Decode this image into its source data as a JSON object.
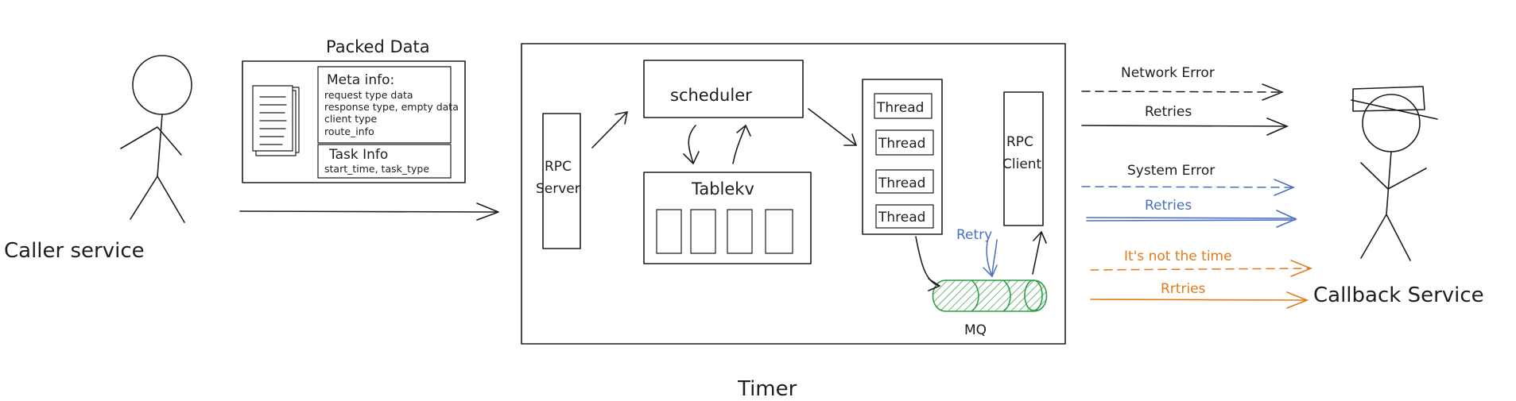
{
  "actors": {
    "caller": {
      "label": "Caller service"
    },
    "callback": {
      "label": "Callback Service"
    }
  },
  "packed_data": {
    "title": "Packed Data",
    "meta_title": "Meta info:",
    "meta_lines": [
      "request type data",
      "response type, empty data",
      "client type",
      "route_info"
    ],
    "task_title": "Task Info",
    "task_line": "start_time, task_type"
  },
  "timer": {
    "label": "Timer",
    "rpc_server": [
      "RPC",
      "Server"
    ],
    "scheduler": "scheduler",
    "tablekv": "Tablekv",
    "threads": [
      "Thread",
      "Thread",
      "Thread",
      "Thread"
    ],
    "rpc_client": [
      "RPC",
      "Client"
    ],
    "retry": "Retry",
    "mq": "MQ"
  },
  "edges": {
    "network_error": "Network Error",
    "retries_black": "Retries",
    "system_error": "System Error",
    "retries_blue": "Retries",
    "not_time": "It's not the time",
    "retries_orange": "Rrtries"
  },
  "colors": {
    "ink": "#1e1e1e",
    "blue": "#4a6fbf",
    "orange": "#e07b1c",
    "green": "#2f9e44",
    "green_fill": "#b2f2bb"
  }
}
